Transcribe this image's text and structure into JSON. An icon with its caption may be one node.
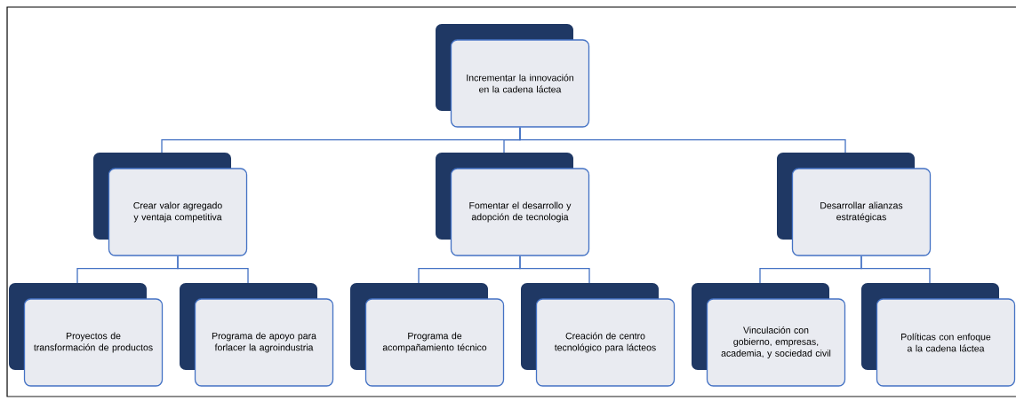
{
  "diagram": {
    "nodes": [
      {
        "text": [
          "Incrementar la innovación en la cadena láctea"
        ]
      },
      {
        "text": [
          "Crear valor agregado y ventaja competitiva"
        ]
      },
      {
        "text": [
          "Fomentar el desarrollo y adopción de tecnologia"
        ]
      },
      {
        "text": [
          "Desarrollar alianzas estratégicas"
        ]
      },
      {
        "text": [
          "Proyectos de transformación de productos"
        ]
      },
      {
        "text": [
          "Programa de apoyo para forlacer la agroindustria"
        ]
      },
      {
        "text": [
          "Programa de acompañamiento técnico"
        ]
      },
      {
        "text": [
          "Creación de centro tecnológico para lácteos"
        ]
      },
      {
        "text": [
          "Vinculación con gobierno, empresas, academia, y sociedad civil"
        ]
      },
      {
        "text": [
          "Políticas con enfoque a la cadena láctea"
        ]
      }
    ],
    "edges": [
      {
        "from": 0,
        "to": 1,
        "arrow": "none"
      },
      {
        "from": 0,
        "to": 2,
        "arrow": "none"
      },
      {
        "from": 0,
        "to": 3,
        "arrow": "none"
      },
      {
        "from": 1,
        "to": 4,
        "arrow": "none"
      },
      {
        "from": 1,
        "to": 5,
        "arrow": "none"
      },
      {
        "from": 2,
        "to": 6,
        "arrow": "none"
      },
      {
        "from": 2,
        "to": 7,
        "arrow": "none"
      },
      {
        "from": 3,
        "to": 8,
        "arrow": "none"
      },
      {
        "from": 3,
        "to": 9,
        "arrow": "none"
      }
    ]
  }
}
